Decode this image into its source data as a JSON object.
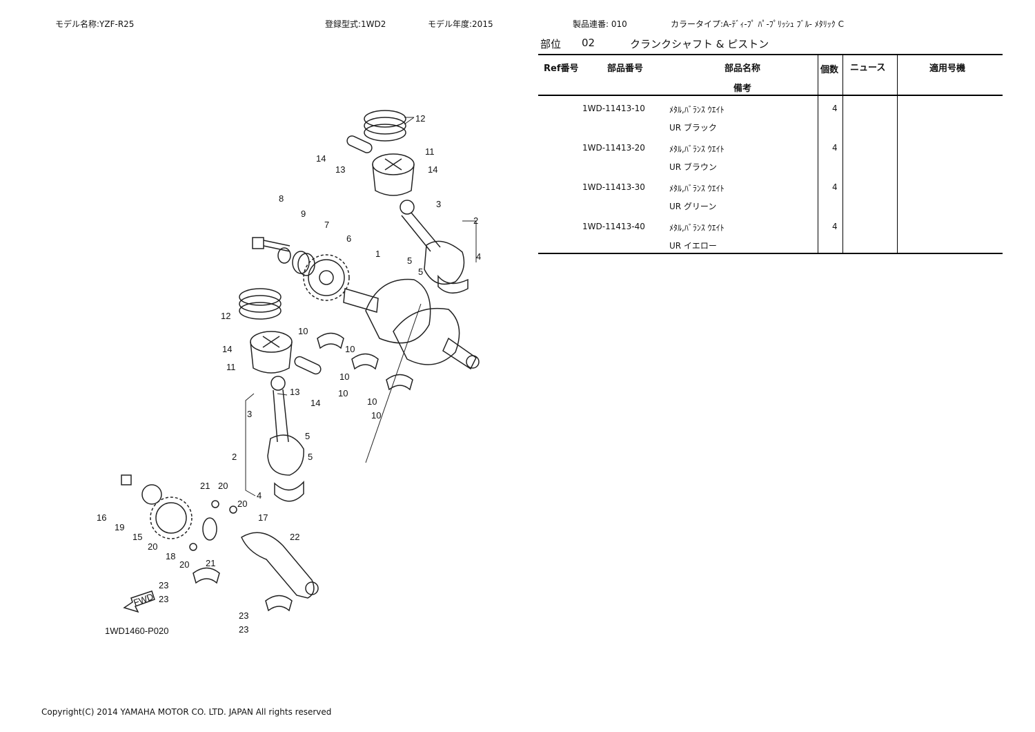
{
  "header": {
    "model_name": "モデル名称:YZF-R25",
    "registration_type": "登録型式:1WD2",
    "model_year": "モデル年度:2015",
    "product_serial": "製品連番: 010",
    "color_type": "カラータイプ:A-ﾃﾞｨ-ﾌﾟ ﾊﾟ-ﾌﾟﾘｯｼｭ ﾌﾞﾙ- ﾒﾀﾘｯｸ C"
  },
  "section": {
    "label": "部位",
    "number": "02",
    "title": "クランクシャフト & ピストン"
  },
  "table": {
    "headers": {
      "ref": "Ref番号",
      "part_number": "部品番号",
      "part_name": "部品名称",
      "remarks": "備考",
      "qty": "個数",
      "news": "ニュース",
      "applicable": "適用号機"
    },
    "rows": [
      {
        "part_number": "1WD-11413-10",
        "part_name": "ﾒﾀﾙ,ﾊﾞﾗﾝｽ ｳｴｲﾄ",
        "remarks": "UR ブラック",
        "qty": "4"
      },
      {
        "part_number": "1WD-11413-20",
        "part_name": "ﾒﾀﾙ,ﾊﾞﾗﾝｽ ｳｴｲﾄ",
        "remarks": "UR ブラウン",
        "qty": "4"
      },
      {
        "part_number": "1WD-11413-30",
        "part_name": "ﾒﾀﾙ,ﾊﾞﾗﾝｽ ｳｴｲﾄ",
        "remarks": "UR グリーン",
        "qty": "4"
      },
      {
        "part_number": "1WD-11413-40",
        "part_name": "ﾒﾀﾙ,ﾊﾞﾗﾝｽ ｳｴｲﾄ",
        "remarks": "UR イエロー",
        "qty": "4"
      }
    ]
  },
  "diagram": {
    "callouts": [
      "12",
      "14",
      "13",
      "11",
      "14",
      "3",
      "2",
      "8",
      "9",
      "7",
      "6",
      "1",
      "5",
      "5",
      "4",
      "12",
      "10",
      "10",
      "14",
      "11",
      "10",
      "10",
      "13",
      "14",
      "10",
      "10",
      "3",
      "5",
      "2",
      "5",
      "4",
      "21",
      "20",
      "16",
      "19",
      "15",
      "20",
      "20",
      "18",
      "17",
      "22",
      "20",
      "21",
      "23",
      "23",
      "23",
      "23"
    ],
    "fwd_label": "FWD",
    "figure_code": "1WD1460-P020"
  },
  "footer": {
    "copyright": "Copyright(C) 2014 YAMAHA MOTOR CO. LTD. JAPAN All rights reserved"
  }
}
